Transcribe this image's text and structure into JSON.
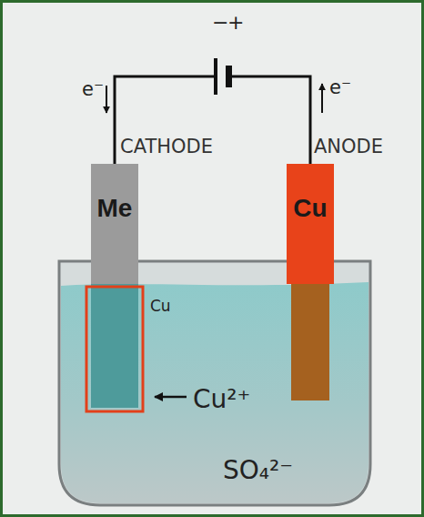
{
  "diagram": {
    "nodes": [
      {
        "text": [
          "CATHODE",
          "Me"
        ]
      },
      {
        "text": [
          "ANODE",
          "Cu"
        ]
      }
    ],
    "edges": [
      {
        "from": 0,
        "to": 1,
        "arrow": "none"
      }
    ],
    "labels": [
      "−",
      "+",
      "e⁻",
      "e⁻",
      "Cu",
      "Cu²⁺",
      "SO₄²⁻"
    ]
  }
}
